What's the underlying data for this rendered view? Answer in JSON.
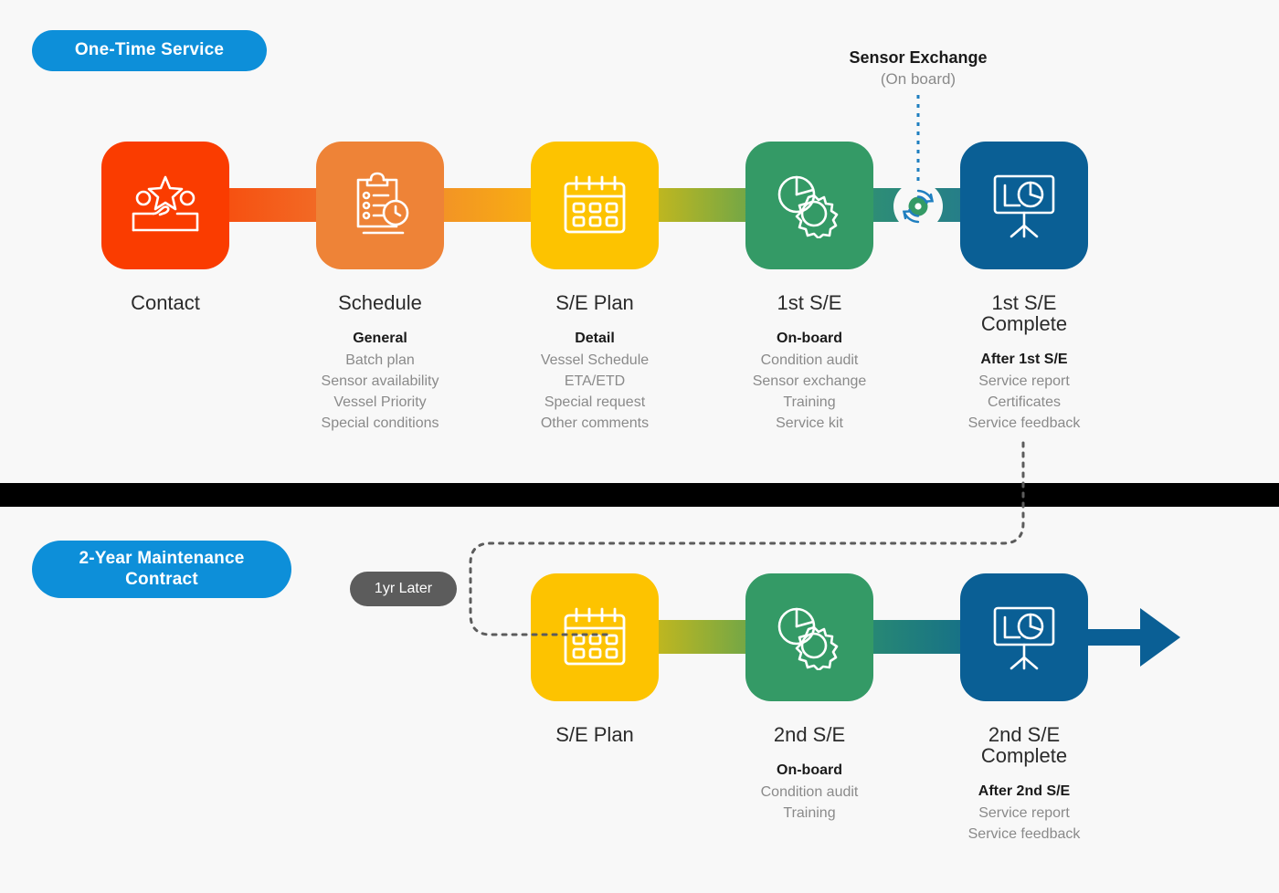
{
  "sections": {
    "one_time": {
      "badge": "One-Time Service"
    },
    "two_year": {
      "badge": "2-Year Maintenance\nContract"
    }
  },
  "callout": {
    "title": "Sensor Exchange",
    "subtitle": "(On board)",
    "icon": "sensor-exchange-icon"
  },
  "time_marker": {
    "label": "1yr Later"
  },
  "colors": {
    "badge_blue": "#0d8fd9",
    "contact_red": "#fa3c00",
    "schedule_orange": "#ee8337",
    "plan_yellow": "#fdc300",
    "se_green": "#349a66",
    "complete_blue": "#0a5f95",
    "pill_gray": "#5c5c5c",
    "divider_black": "#000000",
    "body_text": "#2b2b2b",
    "muted_text": "#8a8a8a"
  },
  "top_row": [
    {
      "key": "contact",
      "title": "Contact",
      "icon": "people-star-icon",
      "color": "#fa3c00",
      "detail_head": "",
      "detail_items": []
    },
    {
      "key": "schedule",
      "title": "Schedule",
      "icon": "clipboard-clock-icon",
      "color": "#ee8337",
      "detail_head": "General",
      "detail_items": [
        "Batch plan",
        "Sensor availability",
        "Vessel Priority",
        "Special conditions"
      ]
    },
    {
      "key": "se_plan",
      "title": "S/E Plan",
      "icon": "calendar-icon",
      "color": "#fdc300",
      "detail_head": "Detail",
      "detail_items": [
        "Vessel Schedule",
        "ETA/ETD",
        "Special request",
        "Other comments"
      ]
    },
    {
      "key": "first_se",
      "title": "1st S/E",
      "icon": "piechart-gear-icon",
      "color": "#349a66",
      "detail_head": "On-board",
      "detail_items": [
        "Condition audit",
        "Sensor exchange",
        "Training",
        "Service kit"
      ]
    },
    {
      "key": "first_se_complete",
      "title": "1st S/E\nComplete",
      "icon": "presentation-chart-icon",
      "color": "#0a5f95",
      "detail_head": "After 1st S/E",
      "detail_items": [
        "Service report",
        "Certificates",
        "Service feedback"
      ]
    }
  ],
  "bottom_row": [
    {
      "key": "se_plan_2",
      "title": "S/E Plan",
      "icon": "calendar-icon",
      "color": "#fdc300",
      "detail_head": "",
      "detail_items": []
    },
    {
      "key": "second_se",
      "title": "2nd S/E",
      "icon": "piechart-gear-icon",
      "color": "#349a66",
      "detail_head": "On-board",
      "detail_items": [
        "Condition audit",
        "Training"
      ]
    },
    {
      "key": "second_se_complete",
      "title": "2nd S/E\nComplete",
      "icon": "presentation-chart-icon",
      "color": "#0a5f95",
      "detail_head": "After 2nd S/E",
      "detail_items": [
        "Service report",
        "Service feedback"
      ]
    }
  ]
}
